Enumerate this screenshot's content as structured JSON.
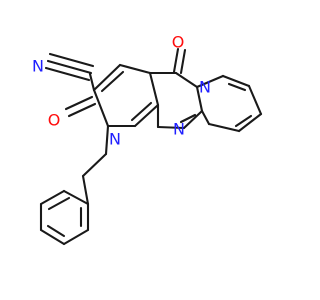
{
  "colors": {
    "background": "#ffffff",
    "bond": "#1a1a1a",
    "carbon_text": "#1a1a1a",
    "oxygen": "#ff0d0d",
    "nitrogen": "#2020ff"
  },
  "atom_labels": {
    "nitrile_n": "N",
    "top_o": "O",
    "left_o": "O",
    "ring_n_top": "N",
    "ring_n_mid": "N",
    "ring_n_bottom": "N"
  }
}
